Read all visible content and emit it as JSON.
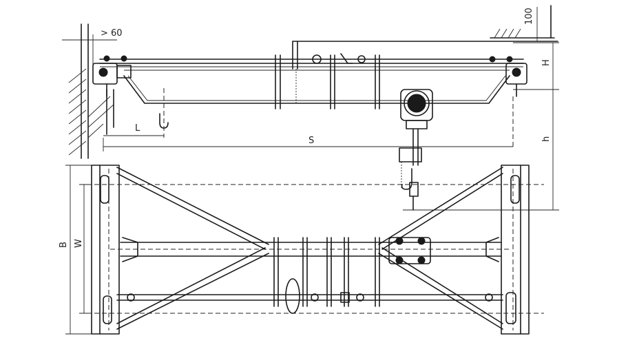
{
  "labels": {
    "min_clearance_side": "> 60",
    "min_clearance_top": "100",
    "height_H": "H",
    "height_h": "h",
    "span_S": "S",
    "hook_limit_L": "L",
    "width_B": "B",
    "wheelbase_W": "W"
  }
}
